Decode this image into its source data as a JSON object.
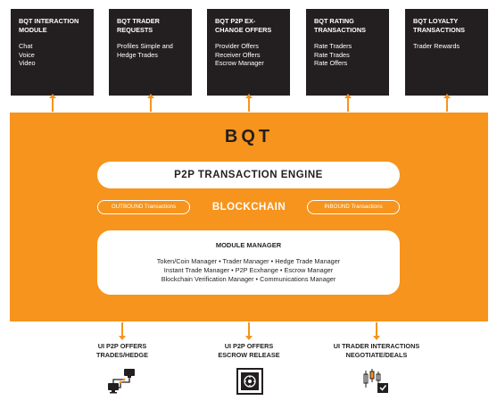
{
  "top_boxes": [
    {
      "title_lines": [
        "BQT INTERACTION",
        "MODULE"
      ],
      "items": [
        "Chat",
        "Voice",
        "Video"
      ]
    },
    {
      "title_lines": [
        "BQT TRADER",
        "REQUESTS"
      ],
      "items": [
        "Profiles Simple and",
        "Hedge Trades"
      ]
    },
    {
      "title_lines": [
        "BQT P2P EX-",
        "CHANGE OFFERS"
      ],
      "items": [
        "Provider Offers",
        "Receiver Offers",
        "Escrow Manager"
      ]
    },
    {
      "title_lines": [
        "BQT RATING",
        "TRANSACTIONS"
      ],
      "items": [
        "Rate Traders",
        "Rate Trades",
        "Rate Offers"
      ]
    },
    {
      "title_lines": [
        "BQT LOYALTY",
        "TRANSACTIONS"
      ],
      "items": [
        "Trader Rewards"
      ]
    }
  ],
  "logo": "BQT",
  "engine_label": "P2P TRANSACTION ENGINE",
  "blockchain_label": "BLOCKCHAIN",
  "outbound_label": "OUTBOUND Transactions",
  "inbound_label": "INBOUND Transactions",
  "module_manager": {
    "title": "MODULE MANAGER",
    "lines": [
      "Token/Coin Manager • Trader Manager • Hedge Trade Manager",
      "Instant Trade Manager • P2P Ecxhange • Escrow Manager",
      "Blockchain Verification Manager • Communications Manager"
    ]
  },
  "bottom_items": [
    {
      "lines": [
        "UI P2P OFFERS",
        "TRADES/HEDGE"
      ],
      "icon": "network-computers-icon"
    },
    {
      "lines": [
        "UI P2P OFFERS",
        "ESCROW RELEASE"
      ],
      "icon": "safe-vault-icon"
    },
    {
      "lines": [
        "UI TRADER INTERACTIONS",
        "NEGOTIATE/DEALS"
      ],
      "icon": "candlestick-check-icon"
    }
  ],
  "colors": {
    "accent": "#f7941d",
    "dark": "#231f20",
    "white": "#ffffff"
  }
}
